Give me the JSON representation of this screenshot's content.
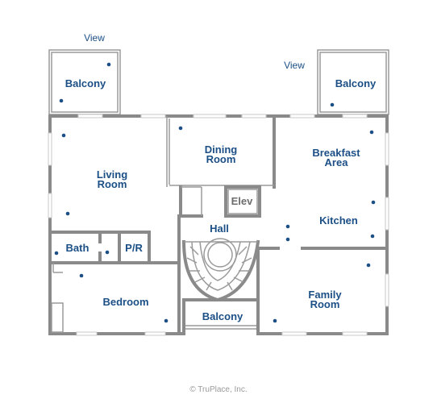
{
  "labels": {
    "view_left": "View",
    "view_right": "View",
    "balcony_left": "Balcony",
    "balcony_right": "Balcony",
    "living_room_line1": "Living",
    "living_room_line2": "Room",
    "dining_room_line1": "Dining",
    "dining_room_line2": "Room",
    "breakfast_line1": "Breakfast",
    "breakfast_line2": "Area",
    "elev": "Elev",
    "hall": "Hall",
    "kitchen": "Kitchen",
    "bath": "Bath",
    "pr": "P/R",
    "bedroom": "Bedroom",
    "balcony_bottom": "Balcony",
    "family_room_line1": "Family",
    "family_room_line2": "Room"
  },
  "footer": {
    "copyright": "© TruPlace, Inc."
  },
  "colors": {
    "label": "#1b4f86",
    "wall": "#8a8a8a",
    "dot": "#1b4f86"
  }
}
